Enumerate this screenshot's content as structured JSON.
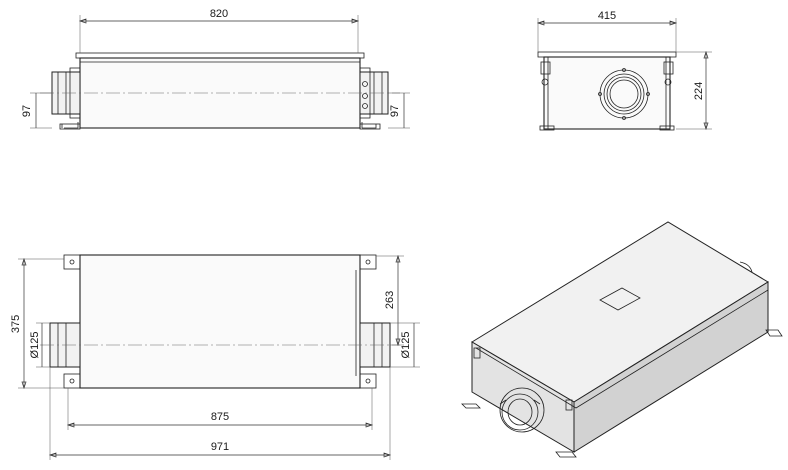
{
  "dimensions": {
    "front_length": "820",
    "front_height_left": "97",
    "front_height_right": "97",
    "side_width": "415",
    "side_height": "224",
    "plan_depth": "375",
    "plan_duct_offset": "263",
    "plan_duct_dia_left": "Ø125",
    "plan_duct_dia_right": "Ø125",
    "plan_body_length": "875",
    "plan_total_length": "971"
  }
}
